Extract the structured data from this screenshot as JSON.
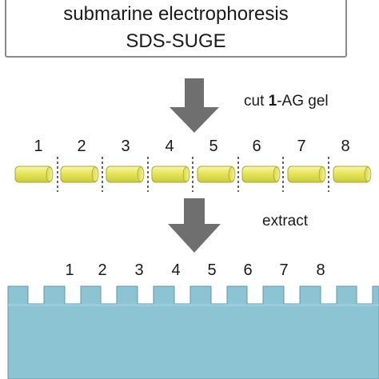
{
  "title": {
    "line1": "submarine electrophoresis",
    "line2": "SDS-SUGE"
  },
  "steps": {
    "cut_prefix": "cut ",
    "cut_bold": "1",
    "cut_suffix": "-AG gel",
    "extract": "extract"
  },
  "segments": {
    "labels": [
      "1",
      "2",
      "3",
      "4",
      "5",
      "6",
      "7",
      "8"
    ]
  },
  "wells": {
    "labels": [
      "1",
      "2",
      "3",
      "4",
      "5",
      "6",
      "7",
      "8"
    ]
  },
  "colors": {
    "arrow": "#6f6f6f",
    "gel_rod": "#e6e65a",
    "gel_rod_outline": "#a8a832",
    "plate": "#8cc4d4",
    "plate_outline": "#5f97a8",
    "box_border": "#8a8a8a",
    "divider": "#222222"
  }
}
